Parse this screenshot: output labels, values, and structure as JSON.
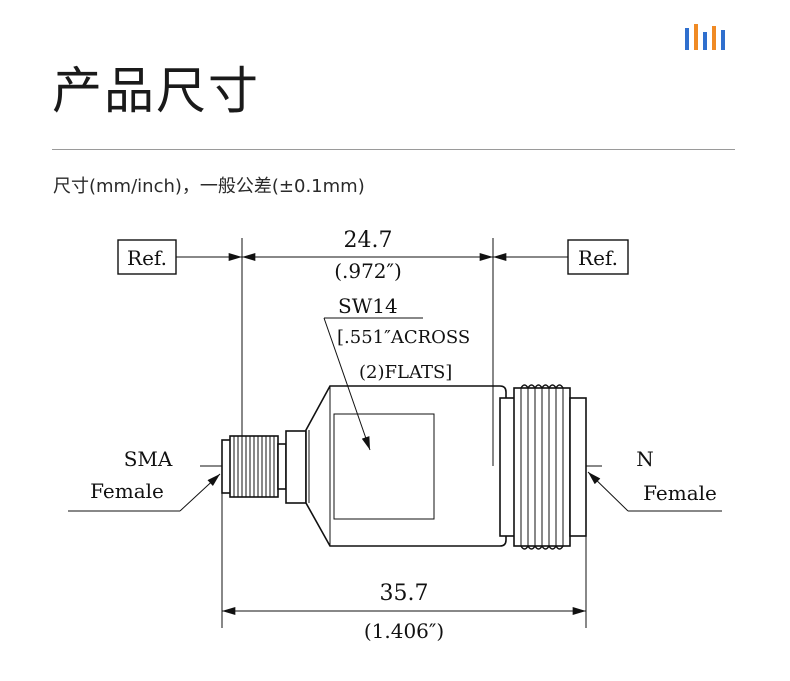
{
  "header": {
    "title": "产品尺寸",
    "subtitle": "尺寸(mm/inch)，一般公差(±0.1mm)",
    "logo": {
      "icon": "brand-bars-icon",
      "colors": [
        "#2f6fce",
        "#f08a24",
        "#2f6fce",
        "#f08a24",
        "#2f6fce"
      ]
    }
  },
  "drawing": {
    "ref_left": "Ref.",
    "ref_right": "Ref.",
    "dim_top_mm": "24.7",
    "dim_top_inch": "(.972″)",
    "sw_label": "SW14",
    "sw_note_line1": "[.551″ACROSS",
    "sw_note_line2": "(2)FLATS]",
    "left_connector_line1": "SMA",
    "left_connector_line2": "Female",
    "right_connector_line1": "N",
    "right_connector_line2": "Female",
    "dim_bottom_mm": "35.7",
    "dim_bottom_inch": "(1.406″)"
  }
}
